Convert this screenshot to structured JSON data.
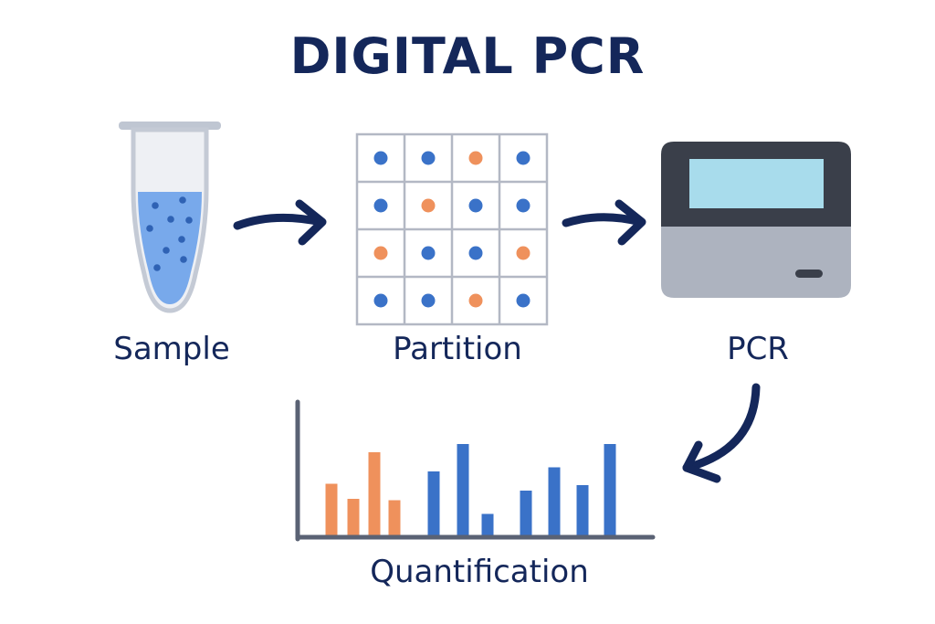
{
  "title": "DIGITAL PCR",
  "steps": {
    "sample": "Sample",
    "partition": "Partition",
    "pcr": "PCR",
    "quantification": "Quantification"
  },
  "colors": {
    "navy": "#14275a",
    "blue": "#3a72c8",
    "orange": "#ef915c",
    "liquid": "#78a9eb",
    "grid": "#b3b8c4",
    "screen": "#a8dcec",
    "device_top": "#3a3f4a",
    "device_body": "#adb3bf"
  },
  "partition_grid": {
    "rows": 4,
    "cols": 4,
    "cells": [
      [
        "blue",
        "blue",
        "orange",
        "blue"
      ],
      [
        "blue",
        "orange",
        "blue",
        "blue"
      ],
      [
        "orange",
        "blue",
        "blue",
        "orange"
      ],
      [
        "blue",
        "blue",
        "orange",
        "blue"
      ]
    ]
  },
  "chart_data": {
    "type": "bar",
    "title": "",
    "xlabel": "",
    "ylabel": "",
    "ylim": [
      0,
      100
    ],
    "grid": false,
    "values": [
      39,
      28,
      62,
      27,
      48,
      68,
      17,
      34,
      51,
      38,
      68
    ],
    "bar_colors": [
      "orange",
      "orange",
      "orange",
      "orange",
      "blue",
      "blue",
      "blue",
      "blue",
      "blue",
      "blue",
      "blue"
    ]
  }
}
